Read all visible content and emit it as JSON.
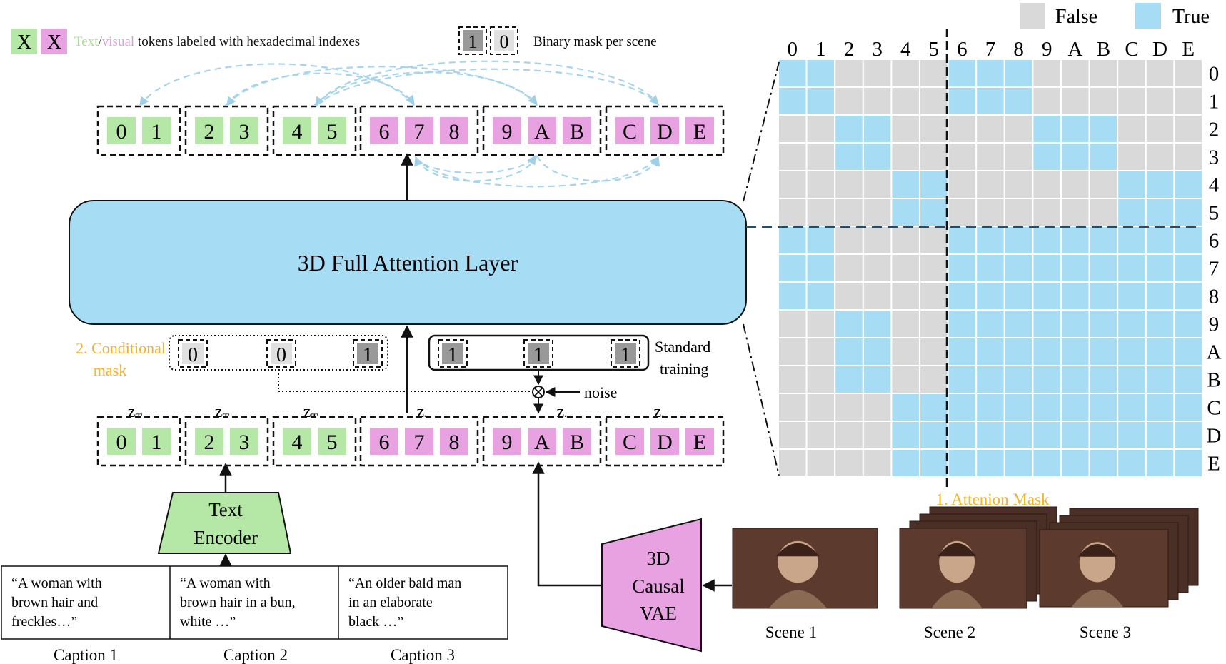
{
  "colors": {
    "text_token": "#b5e8a6",
    "visual_token": "#e8a2e2",
    "mask_false": "#d9d9d9",
    "mask_true": "#a6dcf4",
    "attention_layer": "#a6dcf4",
    "text_encoder": "#b5e8a6",
    "vae": "#e8a2e2",
    "mask_bit": "#999999",
    "arrow_dashed": "#a6d4ec",
    "accent_label": "#f0b429"
  },
  "legend": {
    "token_sample_text": "X",
    "token_sample_visual": "X",
    "text_word": "Text",
    "slash": "/",
    "visual_word": "visual",
    "token_desc": " tokens labeled with hexadecimal indexes",
    "mask_sample_one": "1",
    "mask_sample_zero": "0",
    "mask_desc": "Binary mask per scene",
    "false_label": "False",
    "true_label": "True"
  },
  "token_groups": [
    {
      "kind": "text",
      "tokens": [
        "0",
        "1"
      ]
    },
    {
      "kind": "text",
      "tokens": [
        "2",
        "3"
      ]
    },
    {
      "kind": "text",
      "tokens": [
        "4",
        "5"
      ]
    },
    {
      "kind": "visual",
      "tokens": [
        "6",
        "7",
        "8"
      ]
    },
    {
      "kind": "visual",
      "tokens": [
        "9",
        "A",
        "B"
      ]
    },
    {
      "kind": "visual",
      "tokens": [
        "C",
        "D",
        "E"
      ]
    }
  ],
  "latent_labels": {
    "T1": {
      "base": "z",
      "sub": "T",
      "subsub": "1"
    },
    "T2": {
      "base": "z",
      "sub": "T",
      "subsub": "2"
    },
    "T3": {
      "base": "z",
      "sub": "T",
      "subsub": "3"
    },
    "t1": {
      "base": "z",
      "sub": "t",
      "subsub": "1"
    },
    "t2": {
      "base": "z",
      "sub": "t",
      "subsub": "2"
    },
    "t3": {
      "base": "z",
      "sub": "t",
      "subsub": "3"
    }
  },
  "attention_layer": {
    "label": "3D Full Attention Layer"
  },
  "conditional_mask": {
    "label_line1": "2. Conditional",
    "label_line2": "mask",
    "bits": [
      "0",
      "0",
      "1"
    ]
  },
  "standard_training": {
    "label_line1": "Standard",
    "label_line2": "training",
    "bits": [
      "1",
      "1",
      "1"
    ]
  },
  "noise_label": "noise",
  "text_encoder": {
    "line1": "Text",
    "line2": "Encoder"
  },
  "vae": {
    "line1": "3D",
    "line2": "Causal",
    "line3": "VAE"
  },
  "captions": [
    {
      "lines": [
        "“A woman with",
        "brown hair and",
        "freckles…”"
      ],
      "label": "Caption 1"
    },
    {
      "lines": [
        "“A woman with",
        "brown hair in a bun,",
        "white …”"
      ],
      "label": "Caption 2"
    },
    {
      "lines": [
        "“An older bald man",
        "in an elaborate",
        "black …”"
      ],
      "label": "Caption 3"
    }
  ],
  "scenes": [
    {
      "label": "Scene 1"
    },
    {
      "label": "Scene 2"
    },
    {
      "label": "Scene 3"
    }
  ],
  "attention_mask": {
    "title": "1. Attenion Mask",
    "col_labels": [
      "0",
      "1",
      "2",
      "3",
      "4",
      "5",
      "6",
      "7",
      "8",
      "9",
      "A",
      "B",
      "C",
      "D",
      "E"
    ],
    "row_labels": [
      "0",
      "1",
      "2",
      "3",
      "4",
      "5",
      "6",
      "7",
      "8",
      "9",
      "A",
      "B",
      "C",
      "D",
      "E"
    ],
    "matrix": [
      [
        1,
        1,
        0,
        0,
        0,
        0,
        1,
        1,
        1,
        0,
        0,
        0,
        0,
        0,
        0
      ],
      [
        1,
        1,
        0,
        0,
        0,
        0,
        1,
        1,
        1,
        0,
        0,
        0,
        0,
        0,
        0
      ],
      [
        0,
        0,
        1,
        1,
        0,
        0,
        0,
        0,
        0,
        1,
        1,
        1,
        0,
        0,
        0
      ],
      [
        0,
        0,
        1,
        1,
        0,
        0,
        0,
        0,
        0,
        1,
        1,
        1,
        0,
        0,
        0
      ],
      [
        0,
        0,
        0,
        0,
        1,
        1,
        0,
        0,
        0,
        0,
        0,
        0,
        1,
        1,
        1
      ],
      [
        0,
        0,
        0,
        0,
        1,
        1,
        0,
        0,
        0,
        0,
        0,
        0,
        1,
        1,
        1
      ],
      [
        1,
        1,
        0,
        0,
        0,
        0,
        1,
        1,
        1,
        1,
        1,
        1,
        1,
        1,
        1
      ],
      [
        1,
        1,
        0,
        0,
        0,
        0,
        1,
        1,
        1,
        1,
        1,
        1,
        1,
        1,
        1
      ],
      [
        1,
        1,
        0,
        0,
        0,
        0,
        1,
        1,
        1,
        1,
        1,
        1,
        1,
        1,
        1
      ],
      [
        0,
        0,
        1,
        1,
        0,
        0,
        1,
        1,
        1,
        1,
        1,
        1,
        1,
        1,
        1
      ],
      [
        0,
        0,
        1,
        1,
        0,
        0,
        1,
        1,
        1,
        1,
        1,
        1,
        1,
        1,
        1
      ],
      [
        0,
        0,
        1,
        1,
        0,
        0,
        1,
        1,
        1,
        1,
        1,
        1,
        1,
        1,
        1
      ],
      [
        0,
        0,
        0,
        0,
        1,
        1,
        1,
        1,
        1,
        1,
        1,
        1,
        1,
        1,
        1
      ],
      [
        0,
        0,
        0,
        0,
        1,
        1,
        1,
        1,
        1,
        1,
        1,
        1,
        1,
        1,
        1
      ],
      [
        0,
        0,
        0,
        0,
        1,
        1,
        1,
        1,
        1,
        1,
        1,
        1,
        1,
        1,
        1
      ]
    ]
  }
}
